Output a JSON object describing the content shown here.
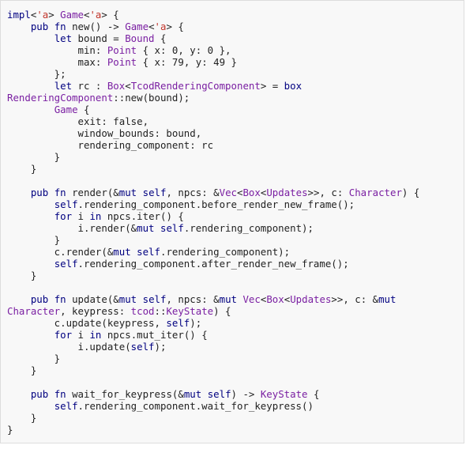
{
  "code": {
    "language": "rust",
    "colors": {
      "background": "#f8f8f8",
      "border": "#dddddd",
      "keyword": "#000080",
      "type": "#7a1fa2",
      "lifetime": "#c1352b",
      "plain": "#222222"
    },
    "lines": [
      "impl<'a> Game<'a> {",
      "    pub fn new() -> Game<'a> {",
      "        let bound = Bound {",
      "            min: Point { x: 0, y: 0 },",
      "            max: Point { x: 79, y: 49 }",
      "        };",
      "        let rc : Box<TcodRenderingComponent> = box",
      "RenderingComponent::new(bound);",
      "        Game {",
      "            exit: false,",
      "            window_bounds: bound,",
      "            rendering_component: rc",
      "        }",
      "    }",
      "",
      "    pub fn render(&mut self, npcs: &Vec<Box<Updates>>, c: Character) {",
      "        self.rendering_component.before_render_new_frame();",
      "        for i in npcs.iter() {",
      "            i.render(&mut self.rendering_component);",
      "        }",
      "        c.render(&mut self.rendering_component);",
      "        self.rendering_component.after_render_new_frame();",
      "    }",
      "",
      "    pub fn update(&mut self, npcs: &mut Vec<Box<Updates>>, c: &mut",
      "Character, keypress: tcod::KeyState) {",
      "        c.update(keypress, self);",
      "        for i in npcs.mut_iter() {",
      "            i.update(self);",
      "        }",
      "    }",
      "",
      "    pub fn wait_for_keypress(&mut self) -> KeyState {",
      "        self.rendering_component.wait_for_keypress()",
      "    }",
      "}"
    ]
  }
}
